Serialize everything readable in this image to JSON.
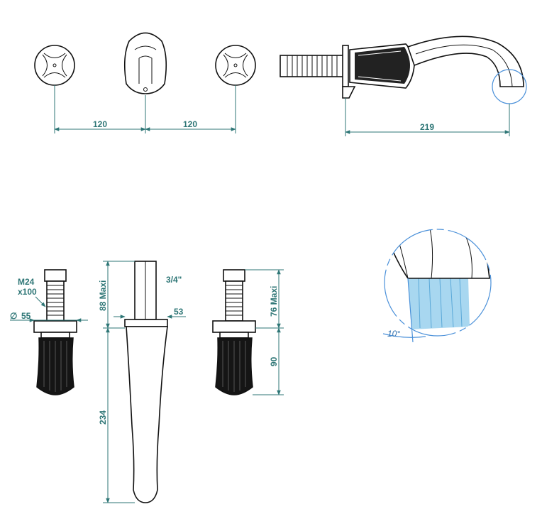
{
  "dimensions": {
    "handle_spacing_left": "120",
    "handle_spacing_right": "120",
    "spout_projection": "219",
    "valve_thread": "M24",
    "valve_thread_length": "x100",
    "valve_diameter_symbol": "∅",
    "valve_diameter": "55",
    "valve_max_left": "88 Maxi",
    "pipe_size": "3/4\"",
    "spout_diameter": "53",
    "spout_length": "234",
    "valve_max_right": "76 Maxi",
    "handle_height": "90",
    "flow_angle": "10°"
  },
  "colors": {
    "dimension": "#2e7676",
    "outline": "#111111",
    "detail_circle": "#4a90d9",
    "water_flow": "#9fd3ee"
  }
}
